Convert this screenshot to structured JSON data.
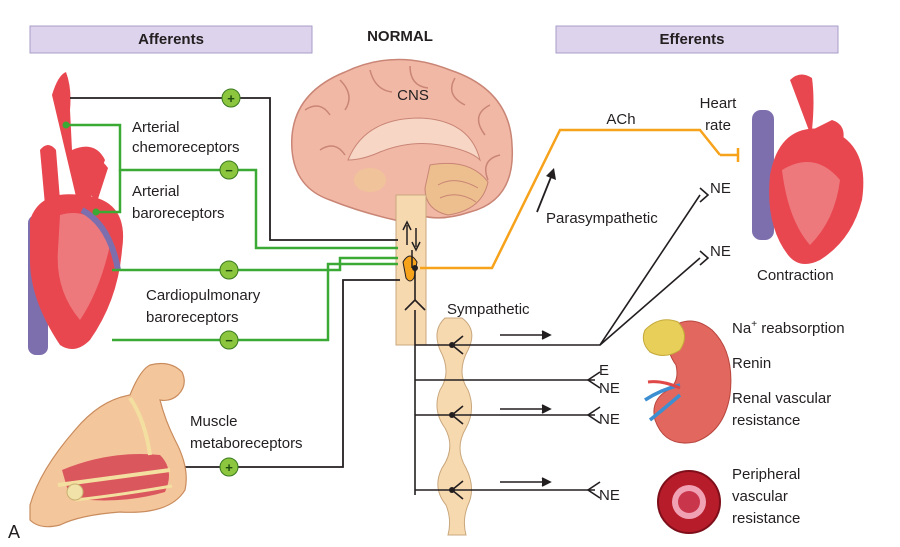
{
  "headers": {
    "afferents": "Afferents",
    "normal": "NORMAL",
    "efferents": "Efferents"
  },
  "labels": {
    "cns": "CNS",
    "arterial_chemoreceptors_1": "Arterial",
    "arterial_chemoreceptors_2": "chemoreceptors",
    "arterial_baroreceptors_1": "Arterial",
    "arterial_baroreceptors_2": "baroreceptors",
    "cardiopulmonary_1": "Cardiopulmonary",
    "cardiopulmonary_2": "baroreceptors",
    "muscle_1": "Muscle",
    "muscle_2": "metaboreceptors",
    "ach": "ACh",
    "heart_rate_1": "Heart",
    "heart_rate_2": "rate",
    "ne_1": "NE",
    "ne_2": "NE",
    "parasympathetic": "Parasympathetic",
    "contraction": "Contraction",
    "sympathetic": "Sympathetic",
    "na_reabsorption": "Na",
    "na_sup": "+",
    "na_reabsorption_rest": " reabsorption",
    "renin": "Renin",
    "renal_1": "Renal vascular",
    "renal_2": "resistance",
    "e": "E",
    "ne_3": "NE",
    "ne_4": "NE",
    "ne_5": "NE",
    "peripheral_1": "Peripheral",
    "peripheral_2": "vascular",
    "peripheral_3": "resistance",
    "panel": "A"
  },
  "signs": {
    "chemo": "+",
    "baro": "−",
    "cardio_1": "−",
    "cardio_2": "−",
    "muscle": "+"
  },
  "colors": {
    "header_fill": "#ddd3ec",
    "afferent_green": "#3aaa35",
    "sign_fill": "#8cc63f",
    "parasympathetic_orange": "#f7a21b",
    "black_line": "#231f20",
    "heart_red": "#e8474f",
    "vessel_purple": "#7d6fae",
    "brain_pink": "#f2b8a6",
    "spinal_tan": "#f7d9b0",
    "kidney_red": "#e2675e",
    "adrenal_yellow": "#e7cf5a",
    "vessel_ring": "#b71c2a"
  }
}
